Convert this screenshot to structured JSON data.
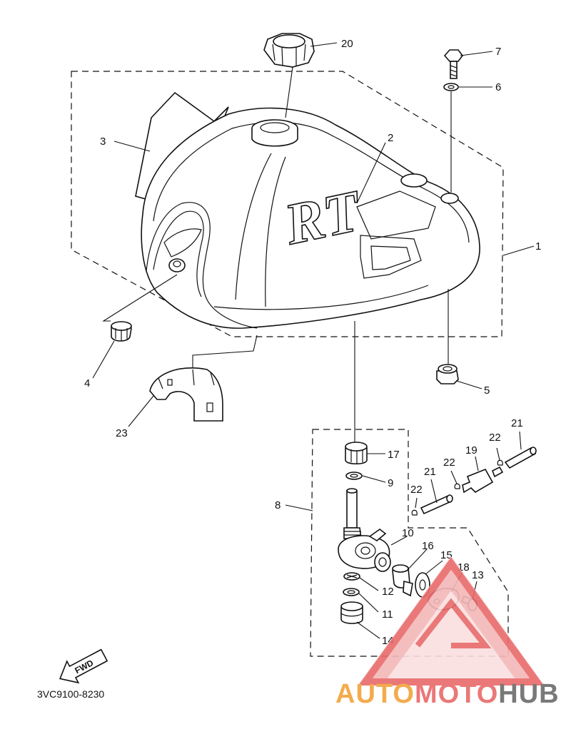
{
  "diagram": {
    "part_code": "3VC9100-8230",
    "fwd_label": "FWD",
    "tank_lettering": "RT",
    "callouts": {
      "c1": "1",
      "c2": "2",
      "c3": "3",
      "c4": "4",
      "c5": "5",
      "c6": "6",
      "c7": "7",
      "c8": "8",
      "c9": "9",
      "c10": "10",
      "c11": "11",
      "c12": "12",
      "c13": "13",
      "c14": "14",
      "c15": "15",
      "c16": "16",
      "c17": "17",
      "c18": "18",
      "c19": "19",
      "c20": "20",
      "c21a": "21",
      "c21b": "21",
      "c22a": "22",
      "c22b": "22",
      "c22c": "22",
      "c23": "23"
    }
  },
  "watermark": {
    "part1": "AUTO",
    "part2": "MOTO",
    "part3": "HUB",
    "color_primary": "#f2a33a",
    "color_secondary": "#e86a6a",
    "color_tertiary": "#6b6b6b"
  }
}
